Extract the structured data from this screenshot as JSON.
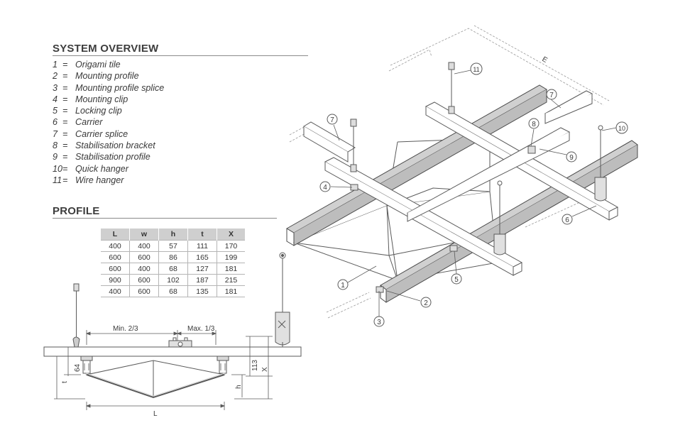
{
  "overview": {
    "title": "SYSTEM OVERVIEW",
    "items": [
      {
        "num": "1",
        "eq": "=",
        "label": "Origami tile"
      },
      {
        "num": "2",
        "eq": "=",
        "label": "Mounting profile"
      },
      {
        "num": "3",
        "eq": "=",
        "label": "Mounting profile splice"
      },
      {
        "num": "4",
        "eq": "=",
        "label": "Mounting clip"
      },
      {
        "num": "5",
        "eq": "=",
        "label": "Locking clip"
      },
      {
        "num": "6",
        "eq": "=",
        "label": "Carrier"
      },
      {
        "num": "7",
        "eq": "=",
        "label": "Carrier splice"
      },
      {
        "num": "8",
        "eq": "=",
        "label": "Stabilisation bracket"
      },
      {
        "num": "9",
        "eq": "=",
        "label": "Stabilisation profile"
      },
      {
        "num": "10",
        "eq": "=",
        "label": "Quick hanger"
      },
      {
        "num": "11",
        "eq": "=",
        "label": "Wire hanger"
      }
    ]
  },
  "profile": {
    "title": "PROFILE",
    "headers": [
      "L",
      "w",
      "h",
      "t",
      "X"
    ],
    "rows": [
      [
        "400",
        "400",
        "57",
        "111",
        "170"
      ],
      [
        "600",
        "600",
        "86",
        "165",
        "199"
      ],
      [
        "600",
        "400",
        "68",
        "127",
        "181"
      ],
      [
        "900",
        "600",
        "102",
        "187",
        "215"
      ],
      [
        "400",
        "600",
        "68",
        "135",
        "181"
      ]
    ]
  },
  "section_drawing": {
    "min_label": "Min. 2/3",
    "max_label": "Max. 1/3",
    "dim_64": "64",
    "dim_t": "t",
    "dim_113": "113",
    "dim_x": "X",
    "dim_h": "h",
    "dim_l": "L"
  },
  "iso_drawing": {
    "dim_e": "E",
    "callouts": [
      "1",
      "2",
      "3",
      "4",
      "5",
      "6",
      "7",
      "7",
      "8",
      "9",
      "10",
      "11"
    ]
  },
  "colors": {
    "line": "#5a5a5a",
    "rail": "#4a4a4a",
    "table_header": "#cfcfcf",
    "rule": "#8a8a8a"
  }
}
